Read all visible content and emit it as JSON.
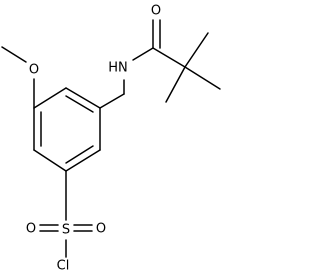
{
  "diagram": {
    "type": "chemical-structure",
    "atoms": {
      "methoxy_o": "O",
      "amide_nh": "HN",
      "carbonyl_o": "O",
      "sulfonyl_s": "S",
      "sulfonyl_o_left": "O",
      "sulfonyl_o_right": "O",
      "chlorine": "Cl"
    },
    "bond_color": "#000000"
  }
}
